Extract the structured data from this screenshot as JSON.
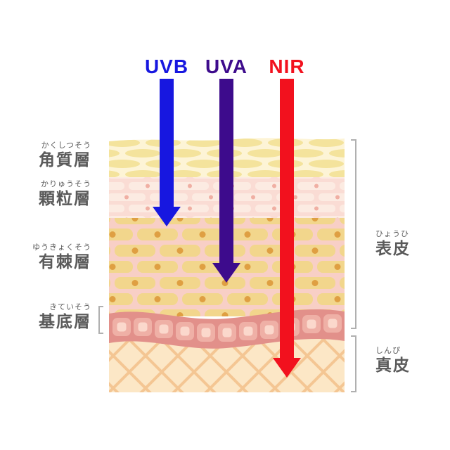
{
  "rays": [
    {
      "label": "UVB",
      "color": "#1717e0"
    },
    {
      "label": "UVA",
      "color": "#3d0b8c"
    },
    {
      "label": "NIR",
      "color": "#f2111e"
    }
  ],
  "epidermis_layers": [
    {
      "furigana": "かくしつそう",
      "kanji": "角質層"
    },
    {
      "furigana": "かりゅうそう",
      "kanji": "顆粒層"
    },
    {
      "furigana": "ゆうきょくそう",
      "kanji": "有棘層"
    },
    {
      "furigana": "きていそう",
      "kanji": "基底層"
    }
  ],
  "skin_regions": [
    {
      "furigana": "ひょうひ",
      "kanji": "表皮"
    },
    {
      "furigana": "しんぴ",
      "kanji": "真皮"
    }
  ],
  "palette": {
    "corneum_bg": "#fdf4d6",
    "corneum_cell": "#f4e39c",
    "granular_bg": "#fadcd4",
    "granular_cell": "#fcebe2",
    "granular_dot": "#f0afa3",
    "spinous_bg": "#f8cfc6",
    "spinous_cell": "#f2d68c",
    "spinous_dot": "#df9f42",
    "basal_band": "#e2908a",
    "basal_cell": "#efb0a6",
    "basal_cell_inner": "#fbd8cc",
    "dermis_bg": "#fce7c6",
    "dermis_line": "#f4c693",
    "bracket": "#b0b0b0",
    "text": "#5a5a5a"
  }
}
